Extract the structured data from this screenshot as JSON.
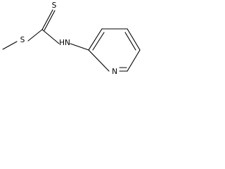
{
  "molecule": {
    "atoms": {
      "s_thioether": "S",
      "s_thione": "S",
      "nh": "HN",
      "n_ring": "N"
    }
  }
}
